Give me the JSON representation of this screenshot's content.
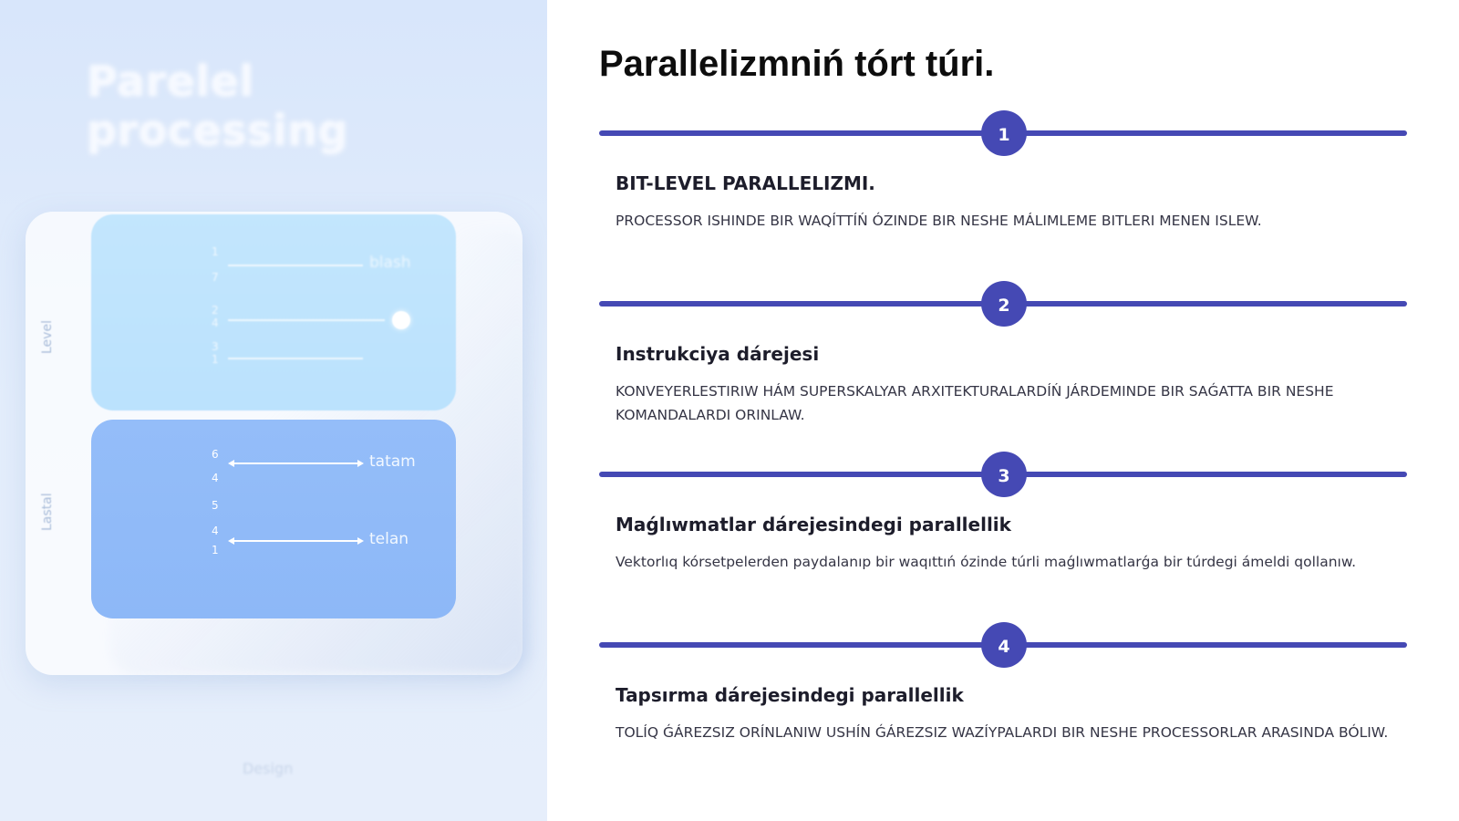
{
  "illustration": {
    "title": "Parelel processing",
    "side_labels": [
      "Level",
      "Lastal"
    ],
    "top_panel": {
      "rows": [
        {
          "num": "1",
          "label": "blash"
        },
        {
          "num": "2",
          "label": ""
        },
        {
          "num": "3",
          "label": ""
        }
      ],
      "extra_nums": [
        "7",
        "4",
        "1"
      ]
    },
    "bottom_panel": {
      "rows": [
        {
          "num": "6",
          "label": "tatam"
        },
        {
          "num": "4",
          "label": "telan"
        }
      ],
      "extra_nums": [
        "4",
        "5",
        "1"
      ]
    },
    "footer": "Design"
  },
  "title": "Parallelizmniń tórt túri.",
  "steps": [
    {
      "number": "1",
      "heading": "BIT-LEVEL PARALLELIZMI.",
      "description": "PROCESSOR ISHINDE BIR WAQÍTTÍŃ ÓZINDE BIR NESHE MÁLIMLEME BITLERI MENEN ISLEW."
    },
    {
      "number": "2",
      "heading": "Instrukciya dárejesi",
      "description": "KONVEYERLESTIRIW HÁM SUPERSKALYAR ARXITEKTURALARDÍŃ JÁRDEMINDE BIR SAǴATTA BIR NESHE KOMANDALARDI ORINLAW."
    },
    {
      "number": "3",
      "heading": "Maǵlıwmatlar dárejesindegi parallellik",
      "description": "Vektorlıq kórsetpelerden paydalanıp bir waqıttıń ózinde túrli maǵlıwmatlarǵa bir túrdegi ámeldi qollanıw."
    },
    {
      "number": "4",
      "heading": "Tapsırma dárejesindegi parallellik",
      "description": "TOLÍQ ǴÁREZSIZ ORÍNLANIW USHÍN ǴÁREZSIZ WAZÍYPALARDI BIR NESHE PROCESSORLAR ARASINDA BÓLIW."
    }
  ],
  "colors": {
    "accent": "#4549b4",
    "left_panel_bg": "#dde8fb",
    "panel_top": "#bfe4fd",
    "panel_bottom": "#91baf8"
  }
}
